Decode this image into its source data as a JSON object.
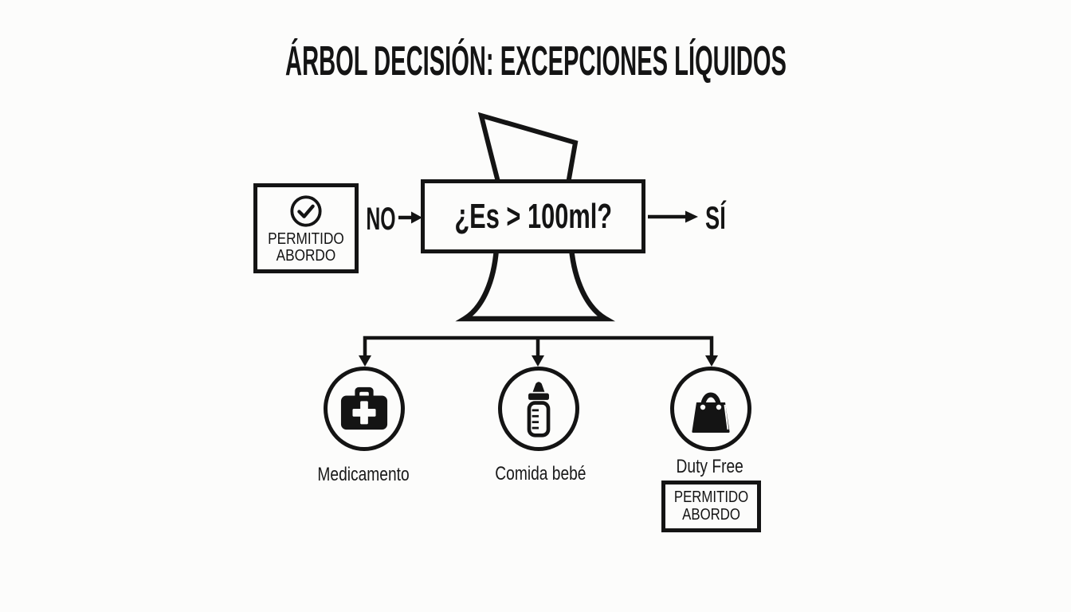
{
  "colors": {
    "ink": "#141414",
    "background": "#fcfcfb"
  },
  "title": "ÁRBOL DECISIÓN: EXCEPCIONES LÍQUIDOS",
  "decision_node": {
    "question": "¿Es > 100ml?",
    "no_label": "NO",
    "yes_label": "SÍ"
  },
  "no_result": {
    "icon": "check-circle",
    "text": "PERMITIDO\nABORDO"
  },
  "exceptions": [
    {
      "icon": "first-aid-kit",
      "label": "Medicamento"
    },
    {
      "icon": "baby-bottle",
      "label": "Comida bebé"
    },
    {
      "icon": "shopping-bag",
      "label": "Duty Free",
      "result": "PERMITIDO\nABORDO"
    }
  ]
}
